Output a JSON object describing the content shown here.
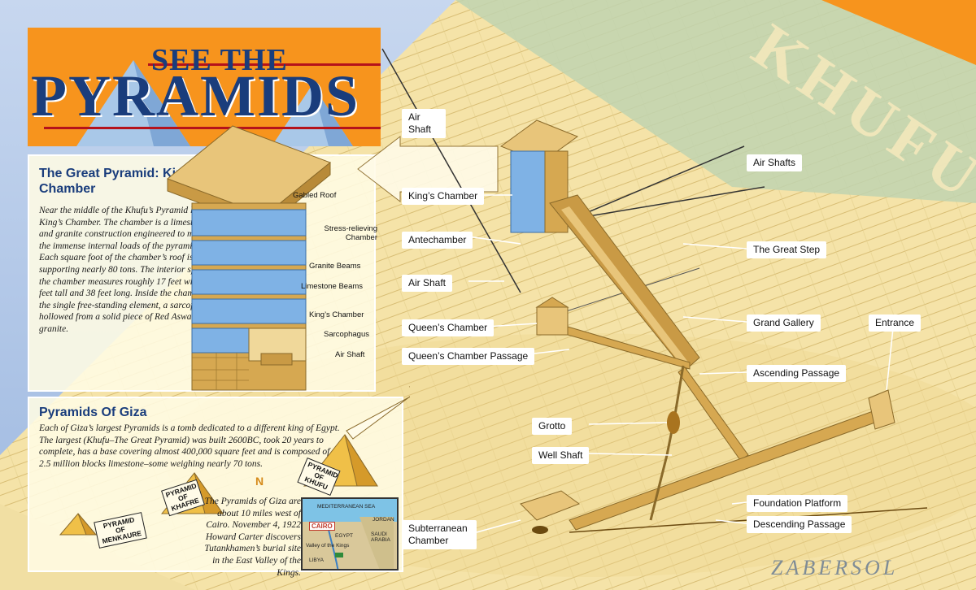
{
  "header": {
    "title_top": "SEE THE",
    "title_main": "PYRAMIDS"
  },
  "watermark": "KHUFU",
  "kings_chamber_panel": {
    "heading": "The Great Pyramid: King’s Chamber",
    "body": "Near the middle of the Khufu’s Pyramid lies the King’s Chamber. The chamber is a limestone and granite construction engineered to manage the immense internal loads of the pyramid. Each square foot of the chamber’s roof is supporting nearly 80 tons. The interior space of the chamber measures roughly 17 feet wide, 17 feet tall and 38 feet long. Inside the chamber is the single free-standing element, a sarcophagus hollowed from a solid piece of Red Aswan granite.",
    "labels": [
      "Gabled Roof",
      "Stress-relieving Chamber",
      "Granite Beams",
      "Limestone Beams",
      "King’s Chamber",
      "Sarcophagus",
      "Air Shaft"
    ]
  },
  "giza_panel": {
    "heading": "Pyramids Of Giza",
    "body": "Each of Giza’s largest Pyramids is a tomb dedicated to a different king of Egypt. The largest (Khufu–The Great Pyramid) was built 2600BC, took 20 years to complete, has a base covering almost 400,000 square feet and is composed of over 2.5 million blocks limestone–some weighing nearly 70 tons.",
    "pyramid_labels": {
      "khufu": "PYRAMID OF KHUFU",
      "khafre": "PYRAMID OF KHAFRE",
      "menkaure": "PYRAMID OF MENKAURE"
    },
    "compass": "N",
    "cairo_note": "The Pyramids of Giza are about 10 miles west of Cairo. November 4, 1922 Howard Carter discovers Tutankhamen’s burial site in the East Valley of the Kings."
  },
  "map": {
    "sea": "MEDITERRANEAN SEA",
    "city": "CAIRO",
    "labels": [
      "JORDAN",
      "EGYPT",
      "SAUDI ARABIA",
      "Valley of the Kings",
      "LIBYA"
    ]
  },
  "diagram_labels": {
    "air_shaft_top": "Air Shaft",
    "air_shafts": "Air Shafts",
    "kings_chamber": "King’s Chamber",
    "antechamber": "Antechamber",
    "great_step": "The Great Step",
    "air_shaft_mid": "Air Shaft",
    "queens_chamber": "Queen’s Chamber",
    "grand_gallery": "Grand Gallery",
    "entrance": "Entrance",
    "queens_chamber_passage": "Queen’s Chamber Passage",
    "ascending_passage": "Ascending Passage",
    "grotto": "Grotto",
    "well_shaft": "Well Shaft",
    "foundation_platform": "Foundation Platform",
    "descending_passage": "Descending Passage",
    "subterranean_chamber": "Subterranean Chamber"
  },
  "signature": "ZABERSOL",
  "colors": {
    "navy": "#1a3d7c",
    "orange": "#f7941d",
    "sand": "#f3df9a",
    "sky": "#b9cde8"
  }
}
